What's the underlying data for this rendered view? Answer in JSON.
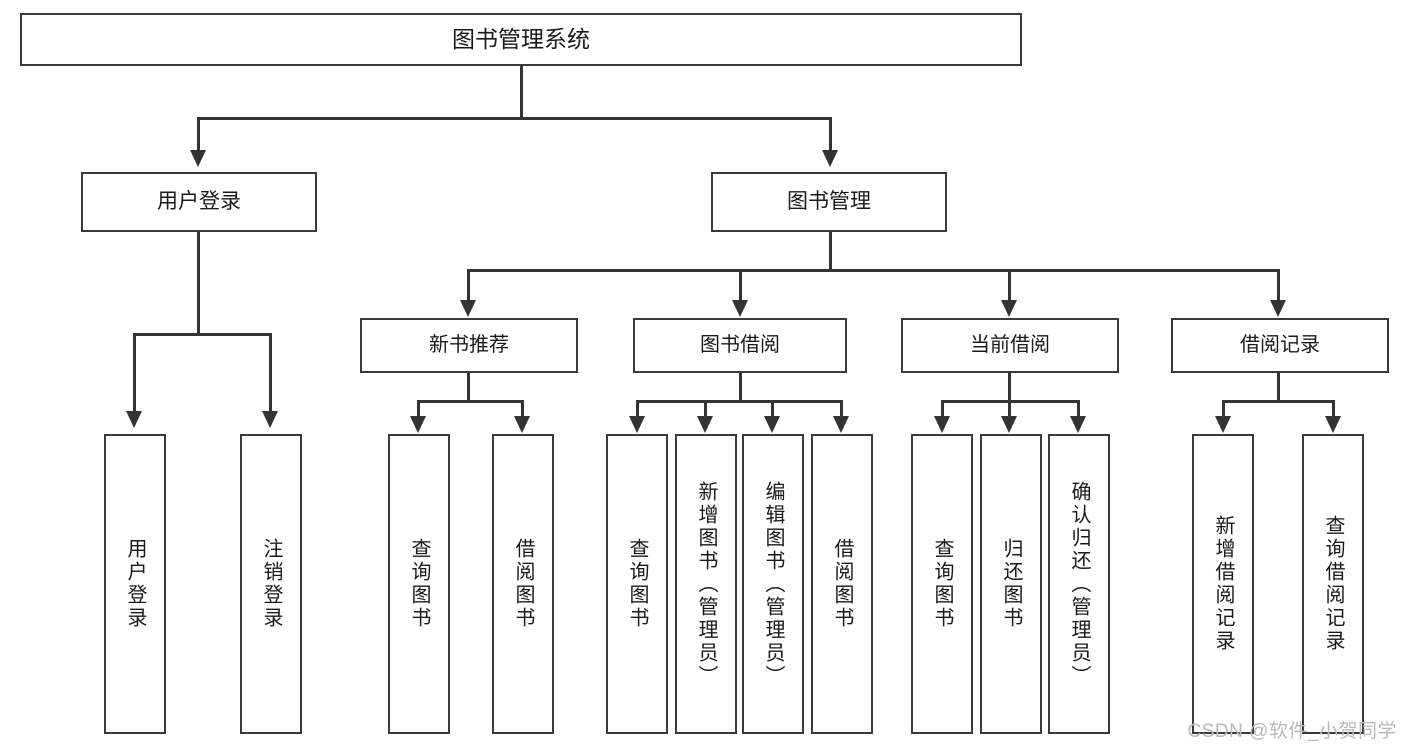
{
  "diagram": {
    "type": "tree-hierarchy",
    "title": "图书管理系统",
    "root": {
      "label": "图书管理系统"
    },
    "level1": [
      {
        "label": "用户登录"
      },
      {
        "label": "图书管理"
      }
    ],
    "level2": [
      {
        "label": "新书推荐"
      },
      {
        "label": "图书借阅"
      },
      {
        "label": "当前借阅"
      },
      {
        "label": "借阅记录"
      }
    ],
    "leaves": {
      "user_login": [
        {
          "label": "用户登录"
        },
        {
          "label": "注销登录"
        }
      ],
      "new_book_recommend": [
        {
          "label": "查询图书"
        },
        {
          "label": "借阅图书"
        }
      ],
      "book_borrow": [
        {
          "label": "查询图书"
        },
        {
          "label": "新增图书（管理员）"
        },
        {
          "label": "编辑图书（管理员）"
        },
        {
          "label": "借阅图书"
        }
      ],
      "current_borrow": [
        {
          "label": "查询图书"
        },
        {
          "label": "归还图书"
        },
        {
          "label": "确认归还（管理员）"
        }
      ],
      "borrow_record": [
        {
          "label": "新增借阅记录"
        },
        {
          "label": "查询借阅记录"
        }
      ]
    }
  },
  "watermark": {
    "text": "CSDN @软件_小贺同学"
  },
  "colors": {
    "box_border": "#3a3a3a",
    "line": "#333333",
    "text": "#1a1a1a",
    "background": "#ffffff",
    "watermark": "#b9b9b9"
  }
}
